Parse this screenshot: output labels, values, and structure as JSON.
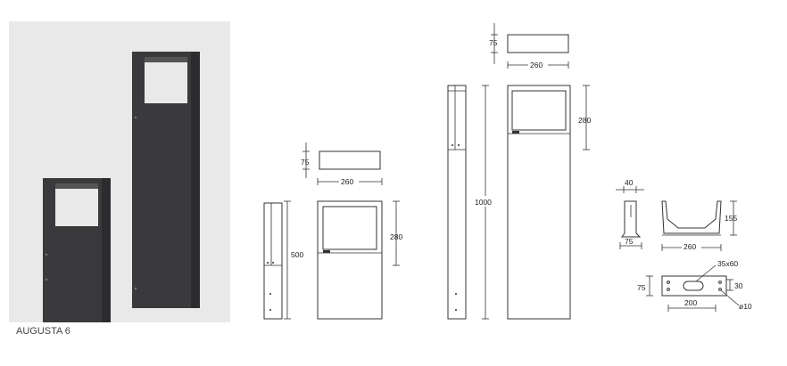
{
  "product": {
    "caption": "AUGUSTA 6"
  },
  "colors": {
    "bollard": "#3a3a3c",
    "bollard_edge": "#2a2a2b",
    "photo_bg": "#e9e9e9",
    "line": "#333333"
  },
  "small_bollard": {
    "cap_height": "75",
    "width": "260",
    "height": "500",
    "window_height": "280"
  },
  "tall_bollard": {
    "cap_height": "75",
    "width": "260",
    "height": "1000",
    "window_height": "280"
  },
  "bracket": {
    "thickness": "40",
    "side_width": "75",
    "front_width": "260",
    "height": "155",
    "base_depth": "75",
    "slot": "35x60",
    "hole_spacing": "200",
    "slot_offset": "30",
    "hole_diameter": "ø10"
  }
}
